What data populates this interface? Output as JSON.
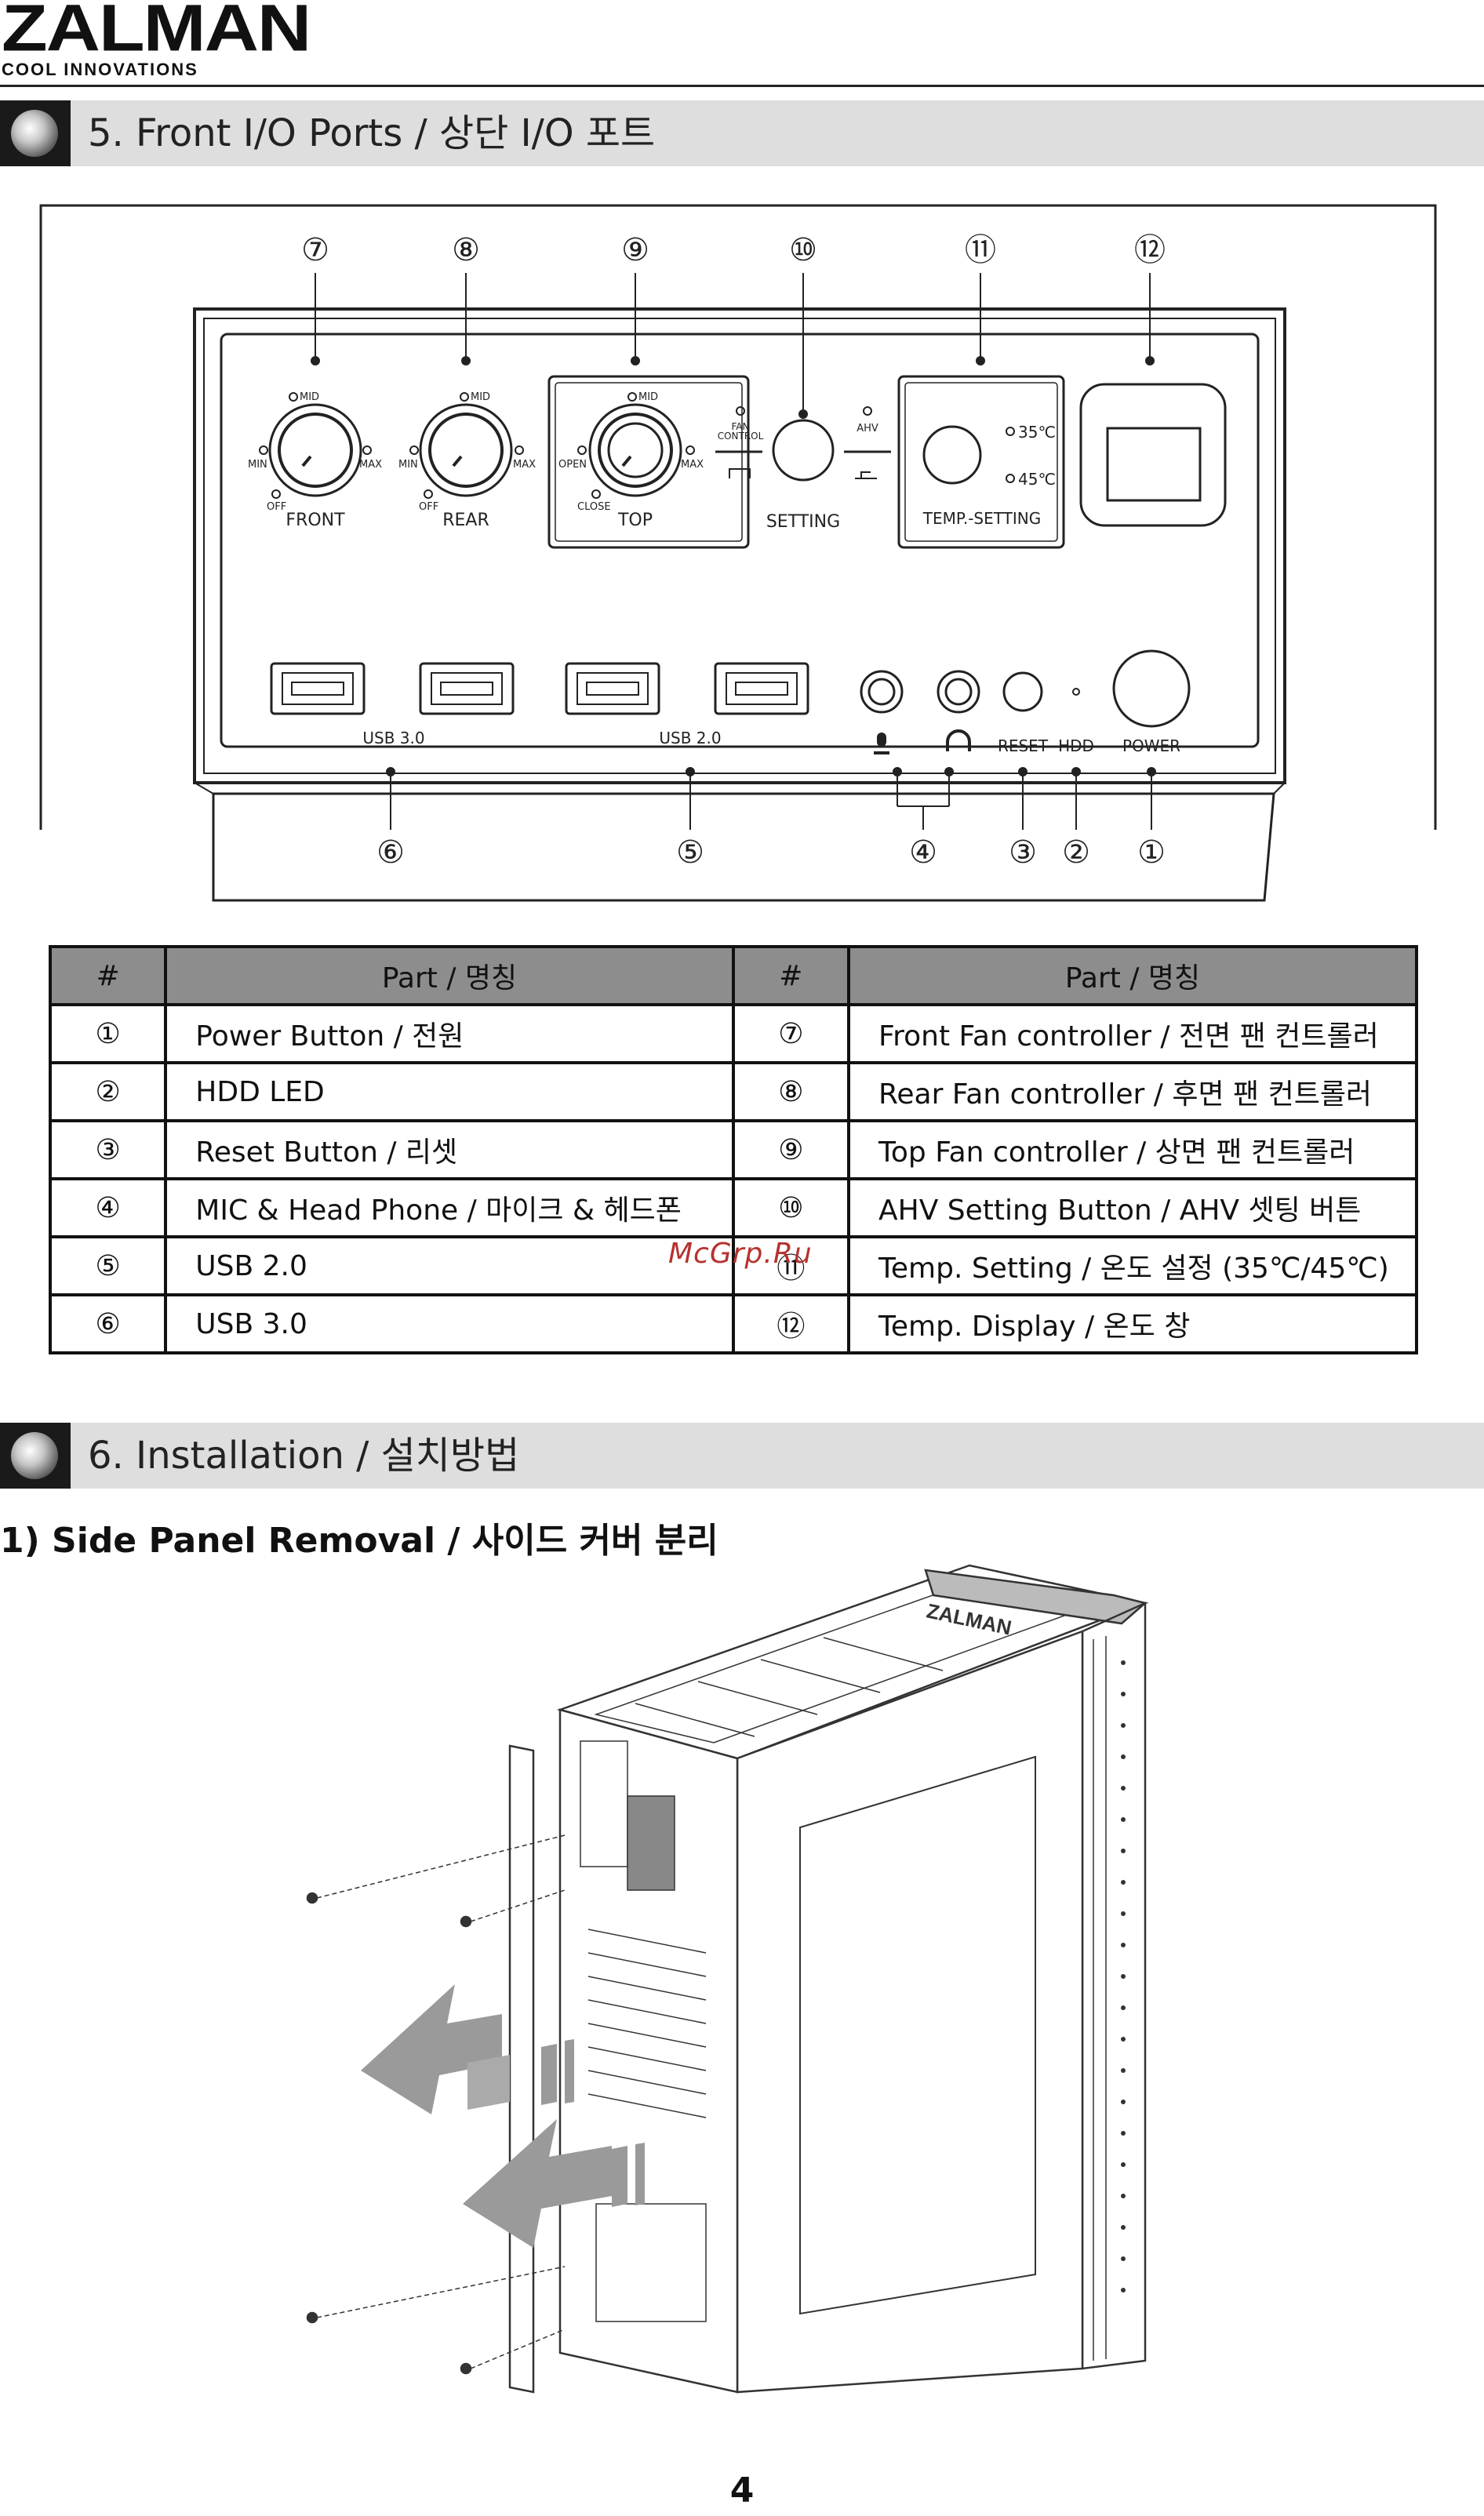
{
  "header": {
    "logo_word": "ZALMAN",
    "logo_sub": "COOL INNOVATIONS"
  },
  "section5": {
    "title": "5. Front I/O Ports / 상단 I/O 포트"
  },
  "diagram": {
    "callouts_top": [
      "⑦",
      "⑧",
      "⑨",
      "⑩",
      "⑪",
      "⑫"
    ],
    "callouts_bottom": [
      "⑥",
      "⑤",
      "④",
      "③",
      "②",
      "①"
    ],
    "knobs": [
      {
        "name": "FRONT",
        "mid": "MID",
        "min": "MIN",
        "max": "MAX",
        "off": "OFF"
      },
      {
        "name": "REAR",
        "mid": "MID",
        "min": "MIN",
        "max": "MAX",
        "off": "OFF"
      },
      {
        "name": "TOP",
        "mid": "MID",
        "min": "OPEN",
        "max": "MAX",
        "off": "CLOSE"
      }
    ],
    "fan_control": "FAN CONTROL",
    "ahv": "AHV",
    "setting": "SETTING",
    "temp_setting": "TEMP.-SETTING",
    "temp_35": "35℃",
    "temp_45": "45℃",
    "usb30": "USB 3.0",
    "usb20": "USB 2.0",
    "reset": "RESET",
    "hdd": "HDD",
    "power": "POWER"
  },
  "table": {
    "headers": [
      "#",
      "Part  / 명칭",
      "#",
      "Part  / 명칭"
    ],
    "rows": [
      {
        "n1": "①",
        "p1": "Power Button / 전원",
        "n2": "⑦",
        "p2": "Front Fan controller / 전면 팬 컨트롤러"
      },
      {
        "n1": "②",
        "p1": "HDD LED",
        "n2": "⑧",
        "p2": "Rear Fan controller / 후면 팬 컨트롤러"
      },
      {
        "n1": "③",
        "p1": "Reset Button / 리셋",
        "n2": "⑨",
        "p2": "Top Fan controller / 상면 팬 컨트롤러"
      },
      {
        "n1": "④",
        "p1": "MIC & Head Phone / 마이크 & 헤드폰",
        "n2": "⑩",
        "p2": "AHV Setting Button / AHV 셋팅 버튼"
      },
      {
        "n1": "⑤",
        "p1": "USB 2.0",
        "n2": "⑪",
        "p2": "Temp. Setting / 온도 설정 (35℃/45℃)"
      },
      {
        "n1": "⑥",
        "p1": "USB 3.0",
        "n2": "⑫",
        "p2": "Temp. Display  / 온도 창"
      }
    ]
  },
  "watermark": "McGrp.Ru",
  "section6": {
    "title": "6. Installation / 설치방법"
  },
  "step1": {
    "title": "1) Side Panel Removal / 사이드 커버 분리"
  },
  "case": {
    "brand": "ZALMAN"
  },
  "page_number": "4"
}
